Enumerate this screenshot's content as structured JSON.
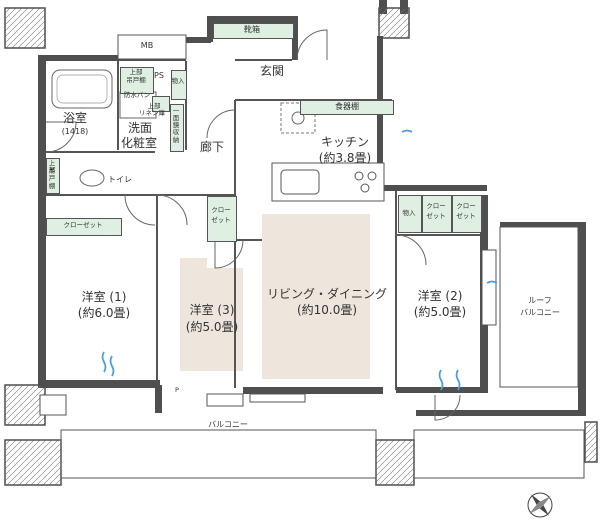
{
  "rooms": {
    "mb": "MB",
    "ps": "PS",
    "bath": "浴室",
    "bath_size": "(1418)",
    "washroom_line1": "洗面",
    "washroom_line2": "化粧室",
    "toilet": "トイレ",
    "entrance": "玄関",
    "hallway": "廊下",
    "kitchen": "キッチン",
    "kitchen_size": "(約3.8畳)",
    "ldk": "リビング・ダイニング",
    "ldk_size": "(約10.0畳)",
    "western1": "洋室 (1)",
    "western1_size": "(約6.0畳)",
    "western2": "洋室 (2)",
    "western2_size": "(約5.0畳)",
    "western3": "洋室 (3)",
    "western3_size": "(約5.0畳)",
    "balcony": "バルコニー",
    "roof_balcony_line1": "ルーフ",
    "roof_balcony_line2": "バルコニー",
    "p_mark": "P"
  },
  "storage": {
    "shoe_cabinet": "靴箱",
    "pantry_cabinet": "食器棚",
    "storage_small": "物入",
    "storage_right": "物入",
    "upper_cabinet_1": "上部",
    "upper_cabinet_2": "吊戸棚",
    "waterproof_pan": "防水パン",
    "upper_linen_1": "上部",
    "upper_linen_2": "リネン庫",
    "washroom_storage": "一面鏡収納",
    "toilet_cabinet_1": "上部",
    "toilet_cabinet_2": "吊戸",
    "toilet_cabinet_3": "棚",
    "closet_w1": "クローゼット",
    "closet_w3_1": "クロー",
    "closet_w3_2": "ゼット",
    "closet_w2a_1": "クロー",
    "closet_w2a_2": "ゼット",
    "closet_w2b_1": "クロー",
    "closet_w2b_2": "ゼット"
  },
  "colors": {
    "wall": "#4f4f4f",
    "storage_green": "#dff0e3",
    "floor_beige": "#eee6dc",
    "window_blue": "#4a9fd8"
  }
}
